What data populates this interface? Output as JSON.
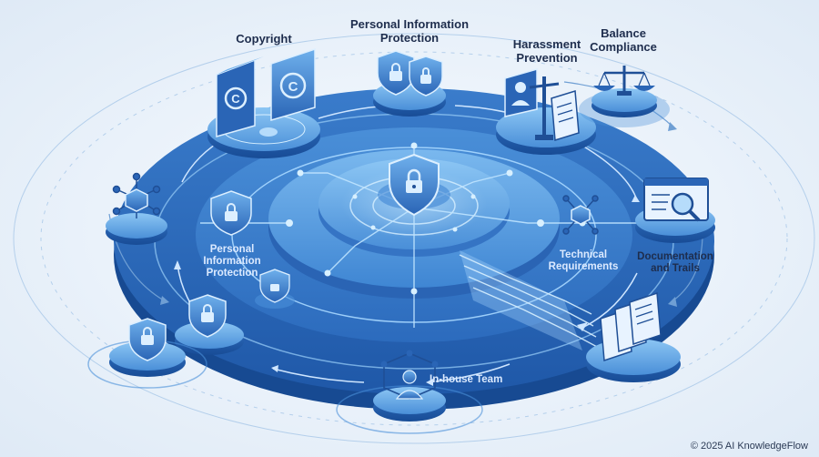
{
  "labels": {
    "copyright": "Copyright",
    "pip_top_line1": "Personal Information",
    "pip_top_line2": "Protection",
    "harassment_line1": "Harassment",
    "harassment_line2": "Prevention",
    "balance_line1": "Balance",
    "balance_line2": "Compliance",
    "pip_left_line1": "Personal",
    "pip_left_line2": "Information",
    "pip_left_line3": "Protection",
    "technical_line1": "Technical",
    "technical_line2": "Requirements",
    "documentation_line1": "Documentation",
    "documentation_line2": "and Trails",
    "inhouse": "In-house Team"
  },
  "footer": {
    "credit": "© 2025 AI KnowledgeFlow"
  },
  "colors": {
    "background": "#eef4fb",
    "ring_outer": "#2f6fc0",
    "ring_mid": "#3b82cf",
    "ring_inner": "#5aa2e4",
    "accent_glow": "#a9d8ff",
    "icon_dark": "#1f4f96",
    "label_dark": "#1e2d4d"
  },
  "icons": [
    "copyright-book-icon",
    "copyright-monitor-icon",
    "shield-lock-icon",
    "user-group-icon",
    "scales-icon",
    "network-node-icon",
    "magnifier-document-icon",
    "documents-stack-icon",
    "team-hierarchy-icon"
  ]
}
